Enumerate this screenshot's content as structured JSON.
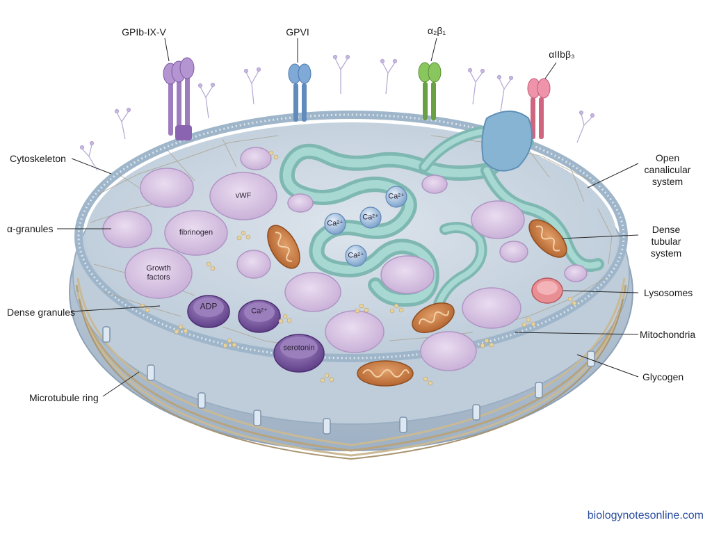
{
  "receptors": {
    "gp1b": "GPIb-IX-V",
    "gpvi": "GPVI",
    "a2b1": "α₂β₁",
    "aiib3": "αIIbβ₃"
  },
  "labels": {
    "cytoskeleton": "Cytoskeleton",
    "alpha_granules": "α-granules",
    "dense_granules": "Dense granules",
    "microtubule_ring": "Microtubule ring",
    "open_canalicular": "Open canalicular\nsystem",
    "dense_tubular": "Dense tubular\nsystem",
    "lysosomes": "Lysosomes",
    "mitochondria": "Mitochondria",
    "glycogen": "Glycogen"
  },
  "granule_contents": {
    "vwf": "vWF",
    "fibrinogen": "fibrinogen",
    "growth_factors": "Growth\nfactors",
    "adp": "ADP",
    "ca_dense": "Ca²⁺",
    "serotonin": "serotonin"
  },
  "calcium_labels": [
    "Ca²⁺",
    "Ca²⁺",
    "Ca²⁺",
    "Ca²⁺"
  ],
  "watermark": "biologynotesonline.com",
  "colors": {
    "alpha_granule": "#d9c4e3",
    "dense_granule": "#7a5a9e",
    "mitochondria": "#c8763c",
    "lysosome": "#e07a80",
    "ocs": "#8fc9c3",
    "cytoplasm": "#cdd6e0",
    "membrane": "#a9bccd",
    "gp1b": "#a883c7",
    "gpvi": "#6f9ccc",
    "a2b1": "#7bb552",
    "aiib3": "#e17b95"
  }
}
